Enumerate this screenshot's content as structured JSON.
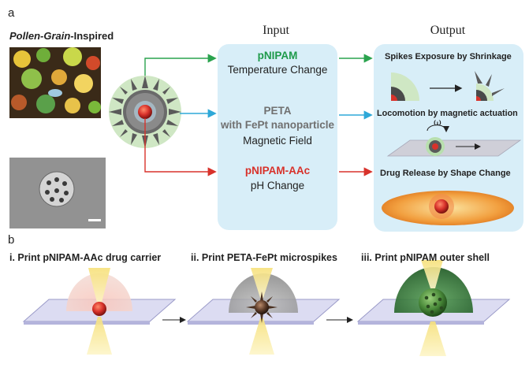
{
  "panel_a": {
    "label": "a",
    "pollen_title_italic": "Pollen-Grain",
    "pollen_title_rest": "-Inspired",
    "input_header": "Input",
    "output_header": "Output",
    "inputs": [
      {
        "material": "pNIPAM",
        "stimulus": "Temperature Change"
      },
      {
        "material_line1": "PETA",
        "material_line2": "with FePt nanoparticle",
        "stimulus": "Magnetic Field"
      },
      {
        "material": "pNIPAM-AAc",
        "stimulus": "pH Change"
      }
    ],
    "outputs": [
      "Spikes Exposure by Shrinkage",
      "Locomotion by magnetic actuation",
      "Drug Release by Shape Change"
    ],
    "omega_symbol": "ω"
  },
  "panel_b": {
    "label": "b",
    "steps": [
      "i. Print pNIPAM-AAc drug carrier",
      "ii. Print PETA-FePt microspikes",
      "iii. Print pNIPAM outer shell"
    ]
  },
  "colors": {
    "green_arrow": "#2aa34e",
    "blue_arrow": "#2ea8d8",
    "red_arrow": "#d8322b",
    "box_fill": "#d8eef8",
    "pnipam_text": "#1e9a4a",
    "peta_text": "#707070",
    "aac_text": "#d8322b"
  }
}
